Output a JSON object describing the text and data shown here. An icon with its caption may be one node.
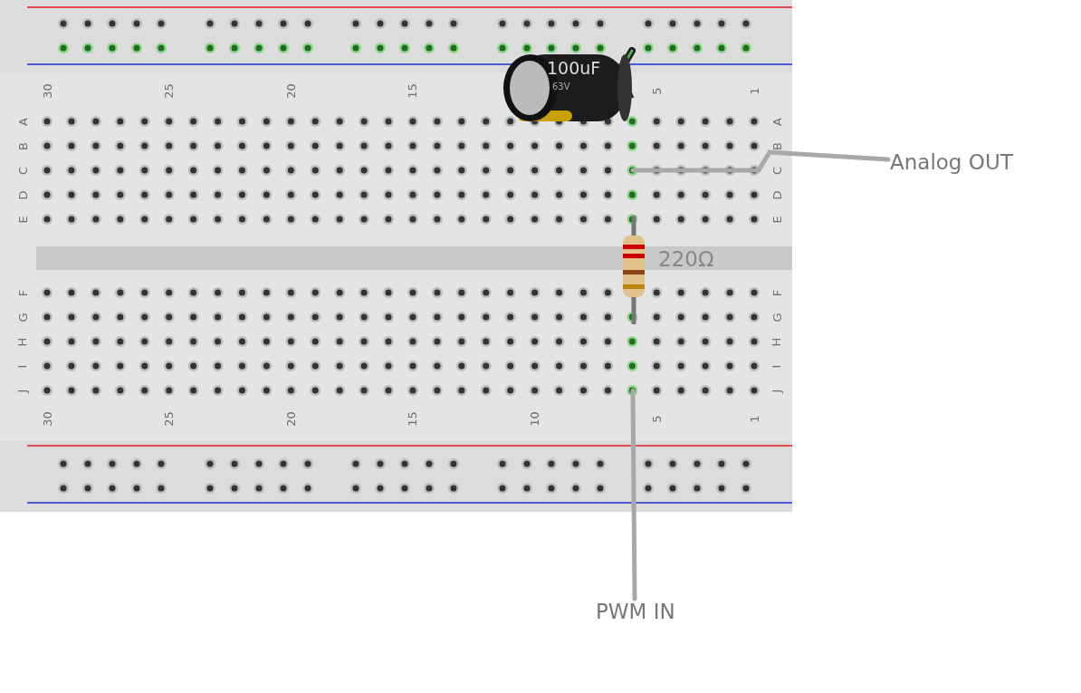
{
  "diagram": {
    "nodes": [
      {
        "text": [
          "100uF",
          "63V"
        ]
      },
      {
        "text": [],
        "shape": "picture",
        "beside": [
          "220Ω"
        ]
      },
      {
        "text": [
          "Analog OUT"
        ]
      },
      {
        "text": [
          "PWM IN"
        ]
      }
    ],
    "edges": [
      {
        "from": null,
        "to": 2,
        "arrow": "none"
      },
      {
        "from": null,
        "to": 3,
        "arrow": "none"
      }
    ],
    "labels": [
      "30",
      "25",
      "20",
      "15",
      "5",
      "1",
      "A",
      "A",
      "B",
      "B",
      "C",
      "C",
      "D",
      "D",
      "E",
      "E",
      "F",
      "F",
      "G",
      "G",
      "H",
      "H",
      "I",
      "I",
      "J",
      "J",
      "30",
      "25",
      "20",
      "15",
      "10",
      "5",
      "1"
    ]
  }
}
